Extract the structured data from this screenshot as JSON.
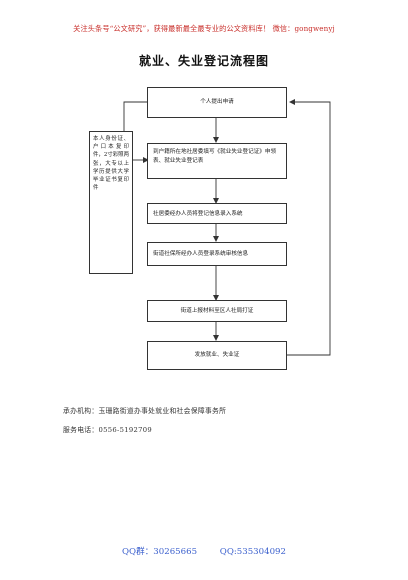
{
  "header": {
    "note": "关注头条号“公文研究”，获得最新最全最专业的公文资料库！ 微信：gongwenyj"
  },
  "title": "就业、失业登记流程图",
  "flow": {
    "steps": [
      "个人提出申请",
      "到户籍所在地社居委填写《就业失业登记证》申领表、就业失业登记表",
      "社居委经办人员将登记信息录入系统",
      "街道社保所经办人员登录系统审核信息",
      "街道上报材料至区人社局打证",
      "发放就业、失业证"
    ],
    "side_note": "本人身份证、户口本复印件，2寸彩照两张，大专以上学历提供大学毕业证书复印件"
  },
  "info": {
    "org": "承办机构：玉珊路街道办事处就业和社会保障事务所",
    "phone": "服务电话：0556-5192709"
  },
  "footer": {
    "qq_group": "QQ群：30265665",
    "qq": "QQ:535304092"
  },
  "colors": {
    "header_red": "#c9302c",
    "footer_blue": "#3a5fcd",
    "line": "#333333"
  }
}
